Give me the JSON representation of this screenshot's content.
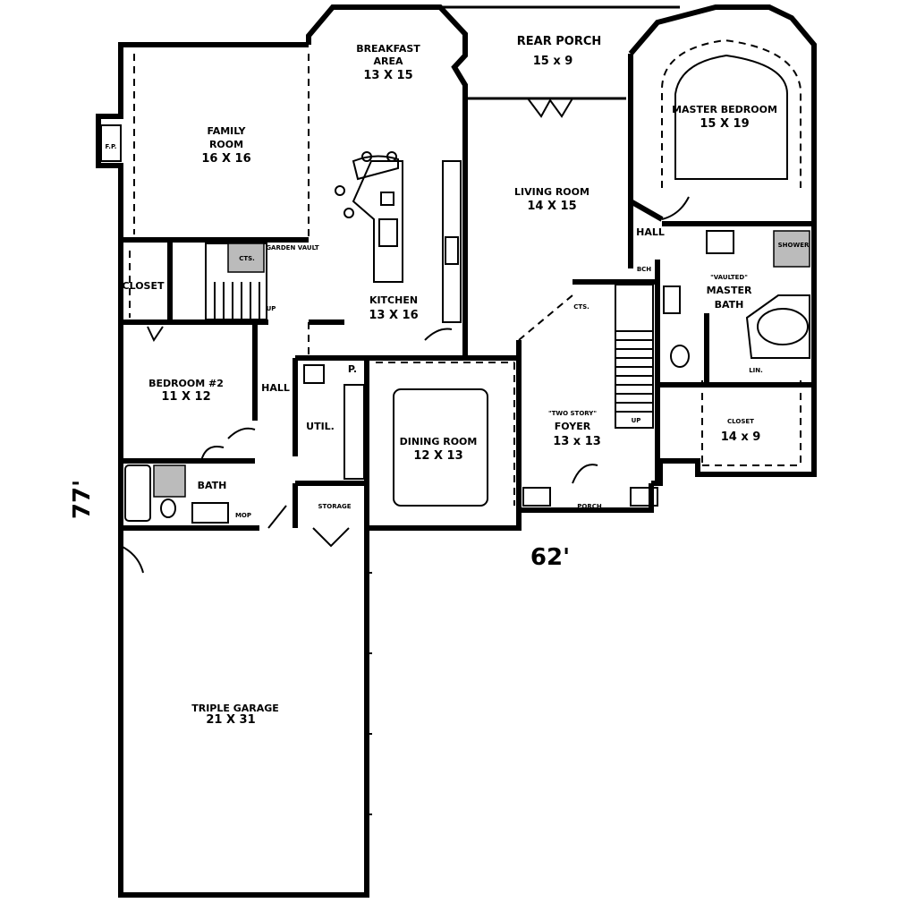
{
  "rooms": {
    "breakfast": {
      "name1": "BREAKFAST",
      "name2": "AREA",
      "dim": "13 X 15"
    },
    "rear_porch": {
      "name": "REAR PORCH",
      "dim": "15 x 9"
    },
    "master_bedroom": {
      "name": "MASTER BEDROOM",
      "dim": "15 X 19"
    },
    "family_room": {
      "name1": "FAMILY",
      "name2": "ROOM",
      "dim": "16 X 16"
    },
    "living_room": {
      "name": "LIVING ROOM",
      "dim": "14 X 15"
    },
    "kitchen": {
      "name": "KITCHEN",
      "dim": "13 X 16"
    },
    "bedroom2": {
      "name": "BEDROOM #2",
      "dim": "11 X 12"
    },
    "dining_room": {
      "name": "DINING ROOM",
      "dim": "12 X 13"
    },
    "foyer": {
      "note": "\"TWO STORY\"",
      "name": "FOYER",
      "dim": "13 x 13"
    },
    "master_bath": {
      "note": "\"VAULTED\"",
      "name1": "MASTER",
      "name2": "BATH"
    },
    "closet_master": {
      "name": "CLOSET",
      "dim": "14 x 9"
    },
    "garage": {
      "name": "TRIPLE GARAGE",
      "dim": "21 X 31"
    }
  },
  "labels": {
    "closet": "CLOSET",
    "hall_left": "HALL",
    "hall_right": "HALL",
    "util": "UTIL.",
    "pantry": "P.",
    "bath": "BATH",
    "mop": "MOP",
    "storage": "STORAGE",
    "porch": "PORCH",
    "fp": "F.P.",
    "cts_left": "CTS.",
    "cts_right": "CTS.",
    "up_left": "UP",
    "up_right": "UP",
    "garden_vault": "GARDEN VAULT",
    "lin": "LIN.",
    "shower": "SHOWER",
    "bench": "BCH"
  },
  "dimensions": {
    "width": "62'",
    "depth": "77'"
  }
}
